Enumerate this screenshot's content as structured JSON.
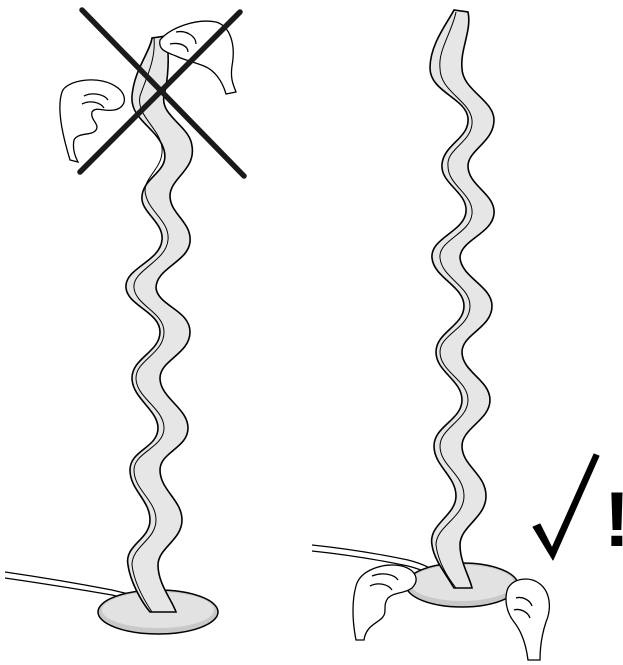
{
  "diagram": {
    "left_panel": {
      "name": "incorrect-handling",
      "mark": "cross-mark-icon",
      "lamp": "wavy-floor-lamp",
      "hands_position": "lamp-head"
    },
    "right_panel": {
      "name": "correct-handling",
      "mark": "check-mark-icon",
      "lamp": "wavy-floor-lamp",
      "hands_position": "lamp-base"
    },
    "exclamation": "!",
    "colors": {
      "line": "#000000",
      "lamp_fill": "#e6e6e6",
      "base_fill": "#c9c9c9",
      "cross": "#1a1a1a"
    }
  }
}
